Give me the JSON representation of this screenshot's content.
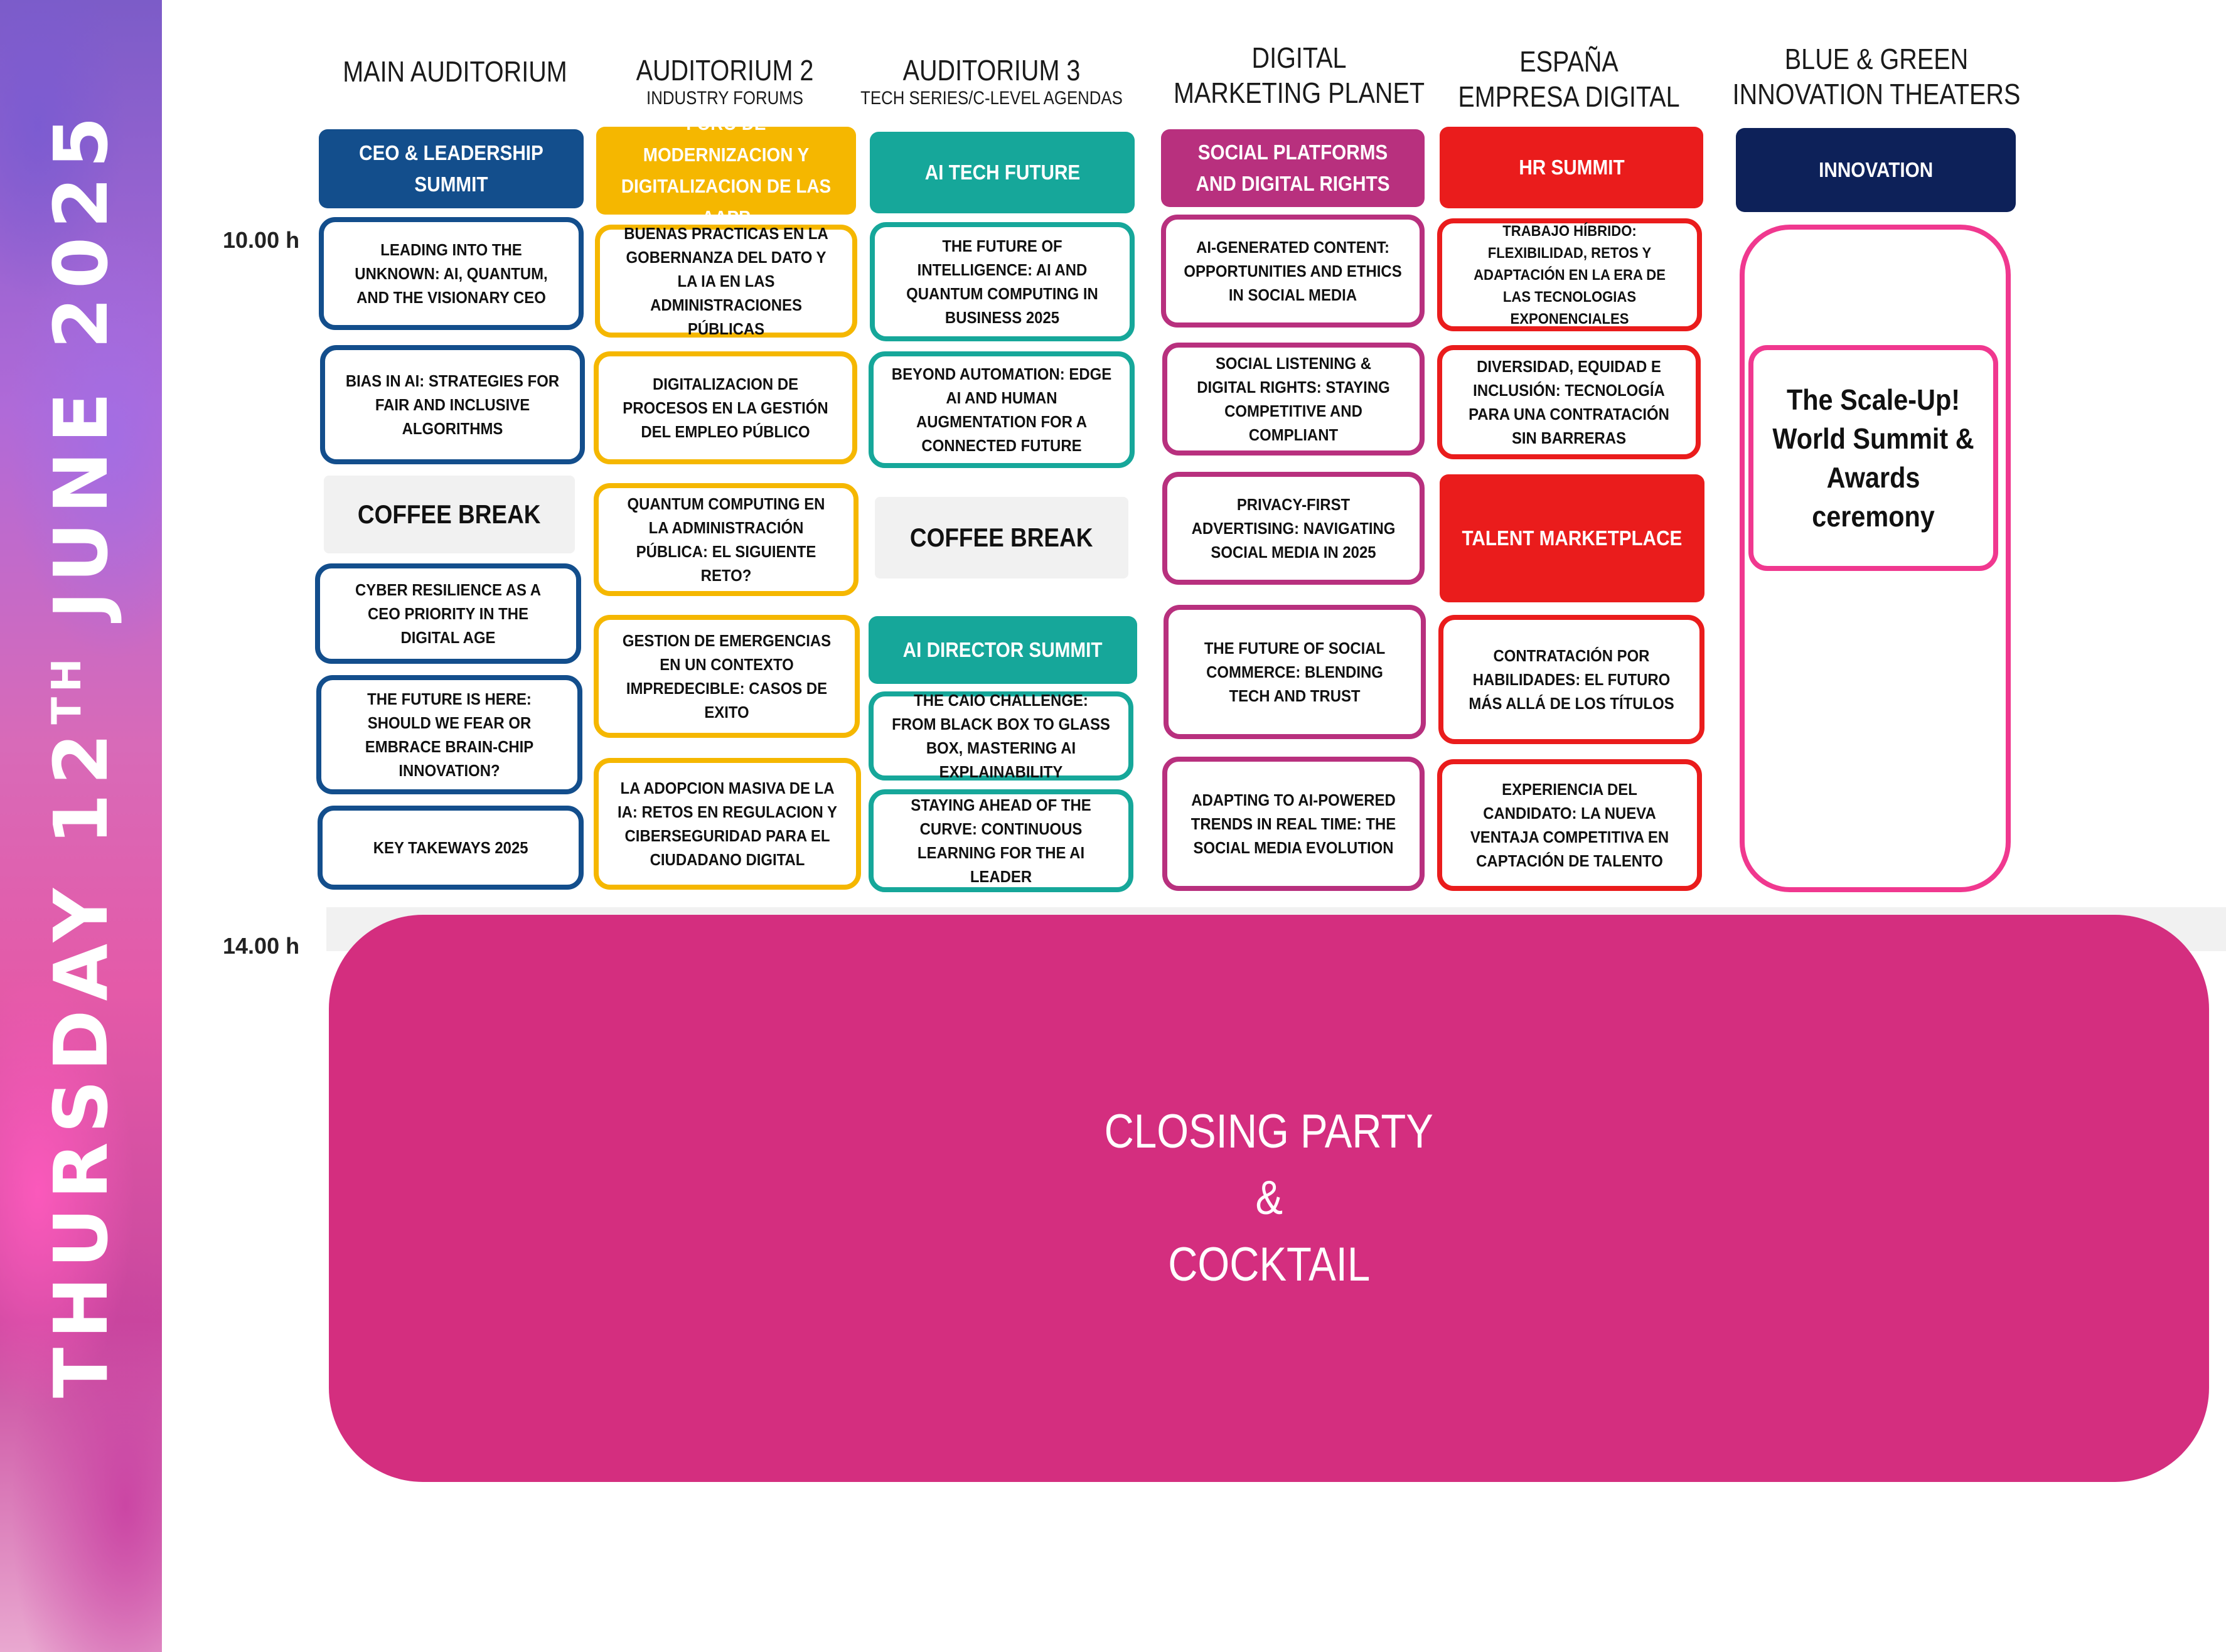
{
  "day": {
    "prefix": "THURSDAY 12",
    "suffix": "TH",
    "rest": " JUNE 2025"
  },
  "times": {
    "t1": "10.00 h",
    "t2": "14.00 h"
  },
  "columns": [
    {
      "title": "MAIN AUDITORIUM",
      "sub": ""
    },
    {
      "title": "AUDITORIUM 2",
      "sub": "INDUSTRY FORUMS"
    },
    {
      "title": "AUDITORIUM 3",
      "sub": "TECH SERIES/C-LEVEL AGENDAS"
    },
    {
      "title": "DIGITAL",
      "title2": "MARKETING PLANET"
    },
    {
      "title": "ESPAÑA",
      "title2": "EMPRESA DIGITAL"
    },
    {
      "title": "BLUE & GREEN",
      "title2": "INNOVATION THEATERS"
    }
  ],
  "tracks": {
    "main": "CEO & LEADERSHIP SUMMIT",
    "aud2": "FORO DE MODERNIZACION Y DIGITALIZACION DE LAS AAPP",
    "aud3": "AI TECH FUTURE",
    "aud3b": "AI DIRECTOR SUMMIT",
    "marketing": "SOCIAL PLATFORMS AND DIGITAL RIGHTS",
    "espana": "HR SUMMIT",
    "espanab": "TALENT MARKETPLACE",
    "innov": "INNOVATION"
  },
  "colors": {
    "blue": "#134e8c",
    "yellow": "#f5b700",
    "teal": "#16a79a",
    "purple": "#b8307e",
    "red": "#ea1c1c",
    "navy": "#0d2159",
    "pink": "#d42e7f"
  },
  "main": [
    "LEADING INTO THE UNKNOWN: AI, QUANTUM, AND THE VISIONARY CEO",
    "BIAS IN AI: STRATEGIES FOR FAIR AND INCLUSIVE ALGORITHMS",
    "CYBER RESILIENCE AS A CEO PRIORITY IN THE DIGITAL AGE",
    "THE FUTURE IS HERE: SHOULD WE FEAR OR EMBRACE BRAIN-CHIP INNOVATION?",
    "KEY TAKEWAYS 2025"
  ],
  "coffee": "COFFEE BREAK",
  "aud2": [
    "BUENAS PRACTICAS EN LA GOBERNANZA DEL DATO Y LA IA EN LAS ADMINISTRACIONES PÚBLICAS",
    "DIGITALIZACION DE PROCESOS EN LA GESTIÓN DEL EMPLEO PÚBLICO",
    "QUANTUM COMPUTING EN LA ADMINISTRACIÓN PÚBLICA: EL SIGUIENTE RETO?",
    "GESTION DE EMERGENCIAS EN UN CONTEXTO IMPREDECIBLE: CASOS DE EXITO",
    "LA ADOPCION MASIVA DE LA IA: RETOS EN REGULACION Y CIBERSEGURIDAD PARA EL CIUDADANO DIGITAL"
  ],
  "aud3": [
    "THE FUTURE OF INTELLIGENCE: AI AND QUANTUM COMPUTING IN BUSINESS 2025",
    "BEYOND AUTOMATION: EDGE AI AND HUMAN AUGMENTATION FOR A CONNECTED FUTURE",
    "THE CAIO CHALLENGE: FROM BLACK BOX TO GLASS BOX, MASTERING AI EXPLAINABILITY",
    "STAYING AHEAD OF THE CURVE: CONTINUOUS LEARNING FOR THE AI LEADER"
  ],
  "marketing": [
    "AI-GENERATED CONTENT: OPPORTUNITIES AND ETHICS IN SOCIAL MEDIA",
    "SOCIAL LISTENING & DIGITAL RIGHTS: STAYING COMPETITIVE AND COMPLIANT",
    "PRIVACY-FIRST ADVERTISING: NAVIGATING SOCIAL MEDIA IN 2025",
    "THE FUTURE OF SOCIAL COMMERCE: BLENDING TECH AND TRUST",
    "ADAPTING TO AI-POWERED TRENDS IN REAL TIME: THE SOCIAL MEDIA EVOLUTION"
  ],
  "espana": [
    "TRABAJO HÍBRIDO: FLEXIBILIDAD, RETOS Y ADAPTACIÓN EN LA ERA DE LAS TECNOLOGIAS EXPONENCIALES",
    "DIVERSIDAD, EQUIDAD E INCLUSIÓN: TECNOLOGÍA PARA UNA CONTRATACIÓN SIN BARRERAS",
    "CONTRATACIÓN POR HABILIDADES: EL FUTURO MÁS ALLÁ DE LOS TÍTULOS",
    "EXPERIENCIA DEL CANDIDATO: LA NUEVA VENTAJA COMPETITIVA EN CAPTACIÓN DE TALENTO"
  ],
  "innovation": "The Scale-Up! World Summit & Awards ceremony",
  "closing": {
    "l1": "CLOSING PARTY",
    "l2": "&",
    "l3": "COCKTAIL"
  }
}
